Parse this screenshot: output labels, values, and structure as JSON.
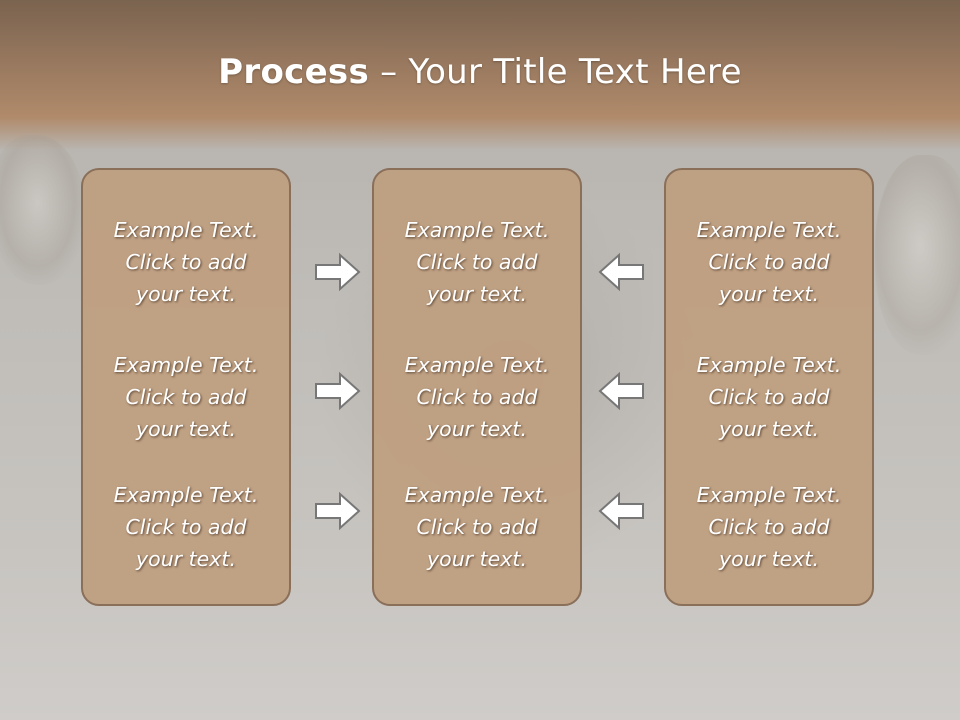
{
  "slide": {
    "title_bold": "Process",
    "title_rest": " – Your Title Text Here"
  },
  "columns": [
    {
      "items": [
        "Example Text.\nClick  to add\nyour text.",
        "Example Text.\nClick  to add\nyour text.",
        "Example Text.\nClick  to add\nyour text."
      ]
    },
    {
      "items": [
        "Example Text.\nClick  to add\nyour text.",
        "Example Text.\nClick  to add\nyour text.",
        "Example Text.\nClick  to add\nyour text."
      ]
    },
    {
      "items": [
        "Example Text.\nClick  to add\nyour text.",
        "Example Text.\nClick  to add\nyour text.",
        "Example Text.\nClick  to add\nyour text."
      ]
    }
  ],
  "arrows": {
    "left_group": "right-arrow-icon",
    "right_group": "left-arrow-icon"
  },
  "colors": {
    "header": "#9a7a60",
    "panel_fill": "#be9e7f",
    "panel_border": "#8a6f59",
    "arrow_fill": "#ffffff",
    "arrow_stroke": "#777777"
  }
}
